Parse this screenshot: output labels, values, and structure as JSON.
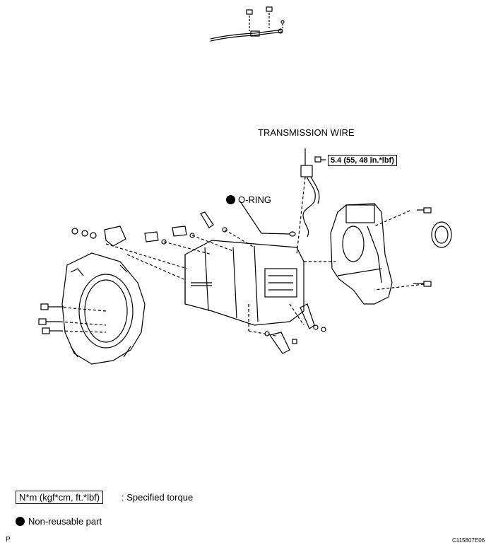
{
  "labels": {
    "transmission_wire": "TRANSMISSION WIRE",
    "torque_value": "5.4 (55, 48 in.*lbf)",
    "o_ring": "O-RING"
  },
  "legend": {
    "torque_unit": "N*m (kgf*cm, ft.*lbf)",
    "torque_desc": ": Specified torque",
    "non_reusable": "Non-reusable part"
  },
  "footer": {
    "page_marker": "P",
    "figure_id": "C115807E06"
  }
}
